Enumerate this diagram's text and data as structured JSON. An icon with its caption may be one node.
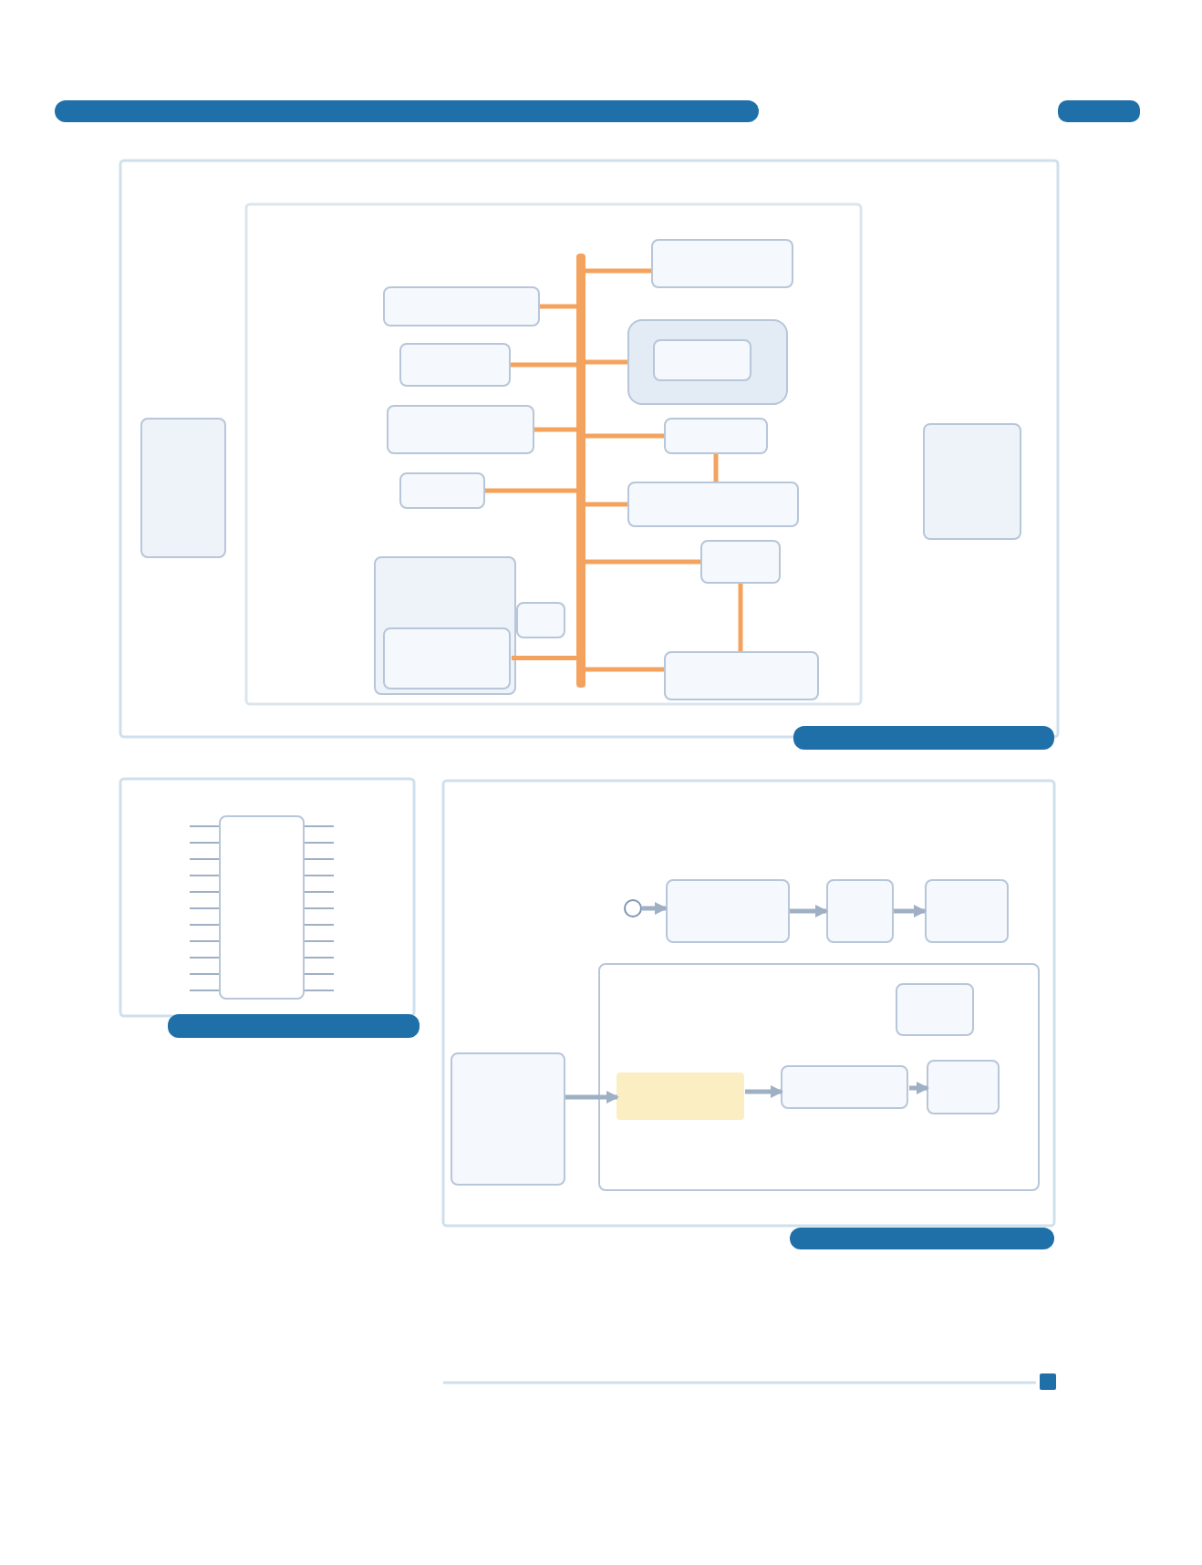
{
  "diagram": {
    "nodes": [
      {
        "text": [],
        "shape": "bar"
      },
      {
        "text": [],
        "shape": "box"
      },
      {
        "text": [],
        "shape": "box"
      },
      {
        "text": [],
        "shape": "box"
      },
      {
        "text": [],
        "shape": "box"
      },
      {
        "text": [],
        "shape": "box",
        "in": 4
      },
      {
        "text": [],
        "shape": "box"
      },
      {
        "text": [],
        "shape": "box"
      },
      {
        "text": [],
        "shape": "box"
      },
      {
        "text": [],
        "shape": "box"
      },
      {
        "text": [],
        "shape": "box"
      },
      {
        "text": [],
        "shape": "box"
      },
      {
        "text": [],
        "shape": "box"
      },
      {
        "text": [],
        "shape": "box",
        "in": 12
      },
      {
        "text": [],
        "shape": "box"
      },
      {
        "text": [],
        "shape": "box"
      },
      {
        "text": [],
        "shape": "box"
      },
      {
        "text": [],
        "shape": "box"
      },
      {
        "text": [],
        "shape": "circle"
      },
      {
        "text": [],
        "shape": "box"
      },
      {
        "text": [],
        "shape": "box"
      },
      {
        "text": [],
        "shape": "box"
      },
      {
        "text": [],
        "shape": "box"
      },
      {
        "text": [],
        "shape": "box",
        "in": 22
      },
      {
        "text": [],
        "shape": "box"
      },
      {
        "text": [],
        "shape": "bar",
        "in": 22
      },
      {
        "text": [],
        "shape": "box",
        "in": 22
      },
      {
        "text": [],
        "shape": "box",
        "in": 22
      }
    ],
    "edges": [
      {
        "from": 0,
        "to": 2,
        "arrow": "none"
      },
      {
        "from": 0,
        "to": 1,
        "arrow": "none"
      },
      {
        "from": 0,
        "to": 3,
        "arrow": "none"
      },
      {
        "from": 0,
        "to": 4,
        "arrow": "none"
      },
      {
        "from": 0,
        "to": 6,
        "arrow": "none"
      },
      {
        "from": 0,
        "to": 7,
        "arrow": "none"
      },
      {
        "from": 0,
        "to": 9,
        "arrow": "none"
      },
      {
        "from": 0,
        "to": 10,
        "arrow": "none"
      },
      {
        "from": 7,
        "to": 10,
        "arrow": "none"
      },
      {
        "from": 0,
        "to": 14,
        "arrow": "none"
      },
      {
        "from": 14,
        "to": 16,
        "arrow": "none"
      },
      {
        "from": 0,
        "to": 13,
        "arrow": "none"
      },
      {
        "from": 0,
        "to": 16,
        "arrow": "none"
      },
      {
        "from": 18,
        "to": 19,
        "arrow": "to",
        "color": "#9fb0c4"
      },
      {
        "from": 19,
        "to": 20,
        "arrow": "to",
        "color": "#9fb0c4"
      },
      {
        "from": 20,
        "to": 21,
        "arrow": "to",
        "color": "#9fb0c4"
      },
      {
        "from": 24,
        "to": 25,
        "arrow": "to",
        "color": "#9fb0c4"
      },
      {
        "from": 25,
        "to": 26,
        "arrow": "to",
        "color": "#9fb0c4"
      },
      {
        "from": 26,
        "to": 27,
        "arrow": "to",
        "color": "#9fb0c4"
      }
    ]
  }
}
